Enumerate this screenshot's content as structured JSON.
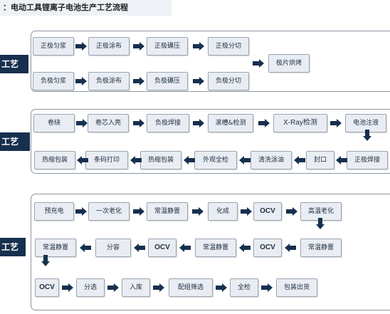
{
  "page_title": "：电动工具锂离子电池生产工艺流程",
  "sections": [
    {
      "tag": "工艺",
      "steps": [
        "正极匀浆",
        "正极涂布",
        "正极碾压",
        "正极分切",
        "负极匀浆",
        "负极涂布",
        "负极碾压",
        "负极分切",
        "极片烘烤"
      ]
    },
    {
      "tag": "工艺",
      "steps": [
        "卷绕",
        "卷芯入壳",
        "负极焊接",
        "滚槽&检测",
        "X-Ray检测",
        "电池注液",
        "正极焊接",
        "封口",
        "清洗涂油",
        "外观全检",
        "热缩包装",
        "条码打印",
        "热缩包装"
      ]
    },
    {
      "tag": "工艺",
      "steps": [
        "预充电",
        "一次老化",
        "常温静置",
        "化成",
        "OCV",
        "高温老化",
        "常温静置",
        "OCV",
        "常温静置",
        "OCV",
        "分容",
        "常温静置",
        "OCV",
        "分选",
        "入库",
        "配组筛选",
        "全检",
        "包装出货"
      ]
    }
  ],
  "colors": {
    "tag_bg": "#17304f",
    "box_bg": "#e9edf3",
    "arrow": "#17304f"
  }
}
